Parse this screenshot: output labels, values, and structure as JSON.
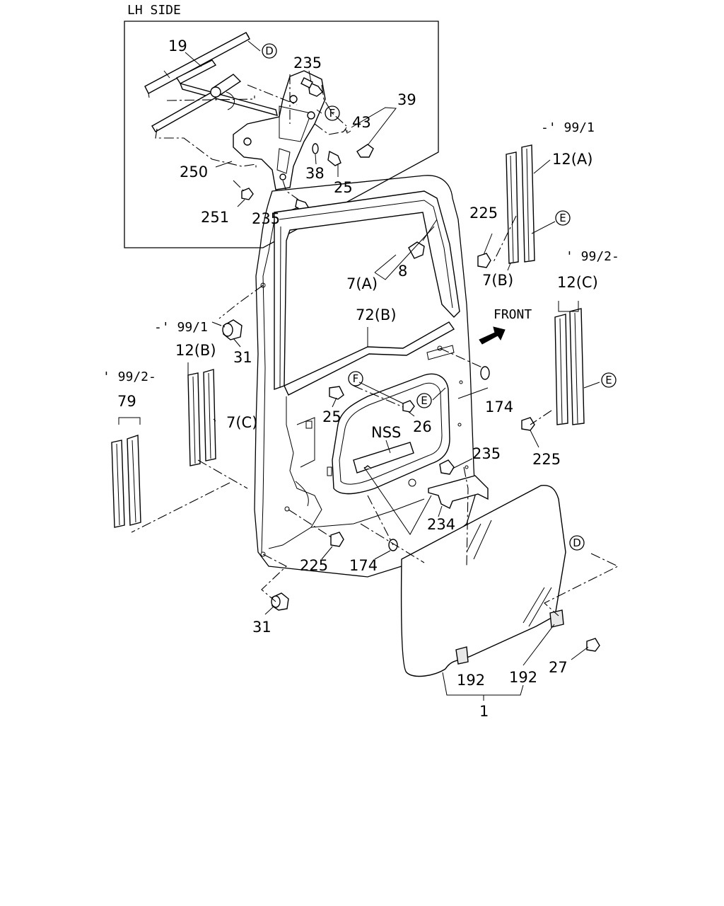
{
  "title": "LH SIDE",
  "note_labels": {
    "upto_99_1_a": "-' 99/1",
    "from_99_2_a": "' 99/2-",
    "upto_99_1_b": "-' 99/1",
    "from_99_2_b": "' 99/2-",
    "front": "FRONT",
    "nss": "NSS"
  },
  "callouts": {
    "c19": "19",
    "c235a": "235",
    "c39": "39",
    "c43": "43",
    "c250": "250",
    "c38": "38",
    "c25a": "25",
    "c251": "251",
    "c235b": "235",
    "c12a": "12(A)",
    "c225a": "225",
    "c7a": "7(A)",
    "c8": "8",
    "c7b": "7(B)",
    "c12c": "12(C)",
    "c72b": "72(B)",
    "c31a": "31",
    "c12b": "12(B)",
    "c79": "79",
    "c7c": "7(C)",
    "c25b": "25",
    "c26": "26",
    "c174a": "174",
    "c225b": "225",
    "c235c": "235",
    "c234": "234",
    "c225c": "225",
    "c174b": "174",
    "c31b": "31",
    "c192a": "192",
    "c192b": "192",
    "c27": "27",
    "c1": "1"
  },
  "ref_markers": {
    "d1": "D",
    "f1": "F",
    "e1": "E",
    "e2": "E",
    "f2": "F",
    "e3": "E",
    "d2": "D"
  }
}
